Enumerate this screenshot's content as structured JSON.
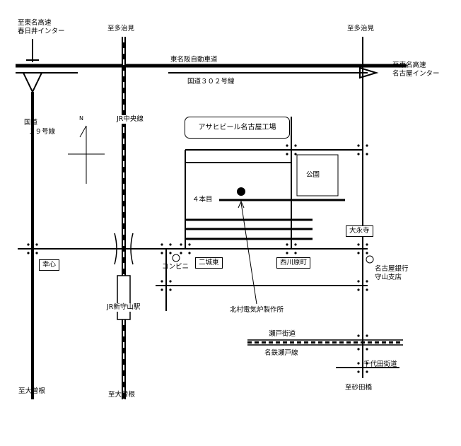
{
  "labels": {
    "kasugai_ic": [
      "至東名高速",
      "春日井インター"
    ],
    "to_tajimi_left": "至多治見",
    "to_tajimi_right": "至多治見",
    "tomei_expressway": "東名阪自動車道",
    "route302": "国道３０２号線",
    "nagoya_ic": [
      "至東名高速",
      "名古屋インター"
    ],
    "route19": [
      "国道",
      "１９号線"
    ],
    "north": "N",
    "jr_chuo": "JR中央線",
    "asahi": "アサヒビール名古屋工場",
    "park": "公園",
    "yonchome": "４本目",
    "daieiji": "大永寺",
    "koushin": "幸心",
    "conveni": "コンビニ",
    "nijohigashi": "二城東",
    "nishikawahara": "西川原町",
    "bank": [
      "名古屋銀行",
      "守山支店"
    ],
    "jr_station": "JR新守山駅",
    "kitamura": "北村電気炉製作所",
    "seto_kaido": "瀬戸街道",
    "meitetsu": "名鉄瀬戸線",
    "chiyoda": "千代田街道",
    "to_oosone_left": "至大曽根",
    "to_oosone_mid": "至大曽根",
    "to_sunada": "至砂田橋"
  }
}
